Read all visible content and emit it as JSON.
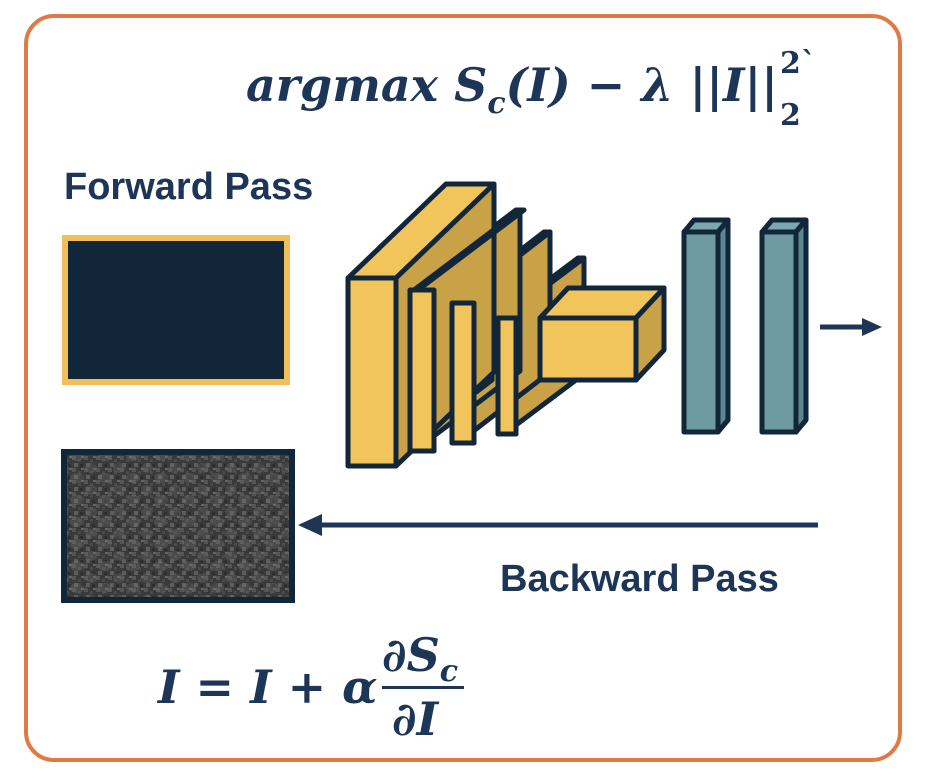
{
  "labels": {
    "forward": "Forward Pass",
    "backward": "Backward Pass"
  },
  "formulas": {
    "objective_main": "argmax S",
    "objective_sub": "c",
    "objective_rest": "(I) − λ ||I||",
    "objective_sup": "2`",
    "objective_sub2": "2",
    "update_lhs": "I = I + α",
    "update_num": "∂S",
    "update_num_sub": "c",
    "update_den": "∂I"
  },
  "colors": {
    "frame": "#e07a45",
    "navy": "#1d3557",
    "conv_yellow": "#f1c55c",
    "conv_dark": "#c9a146",
    "fc_teal": "#6e9aa4",
    "image_border_top": "#f0bf5a",
    "image_dark": "#12263a"
  }
}
